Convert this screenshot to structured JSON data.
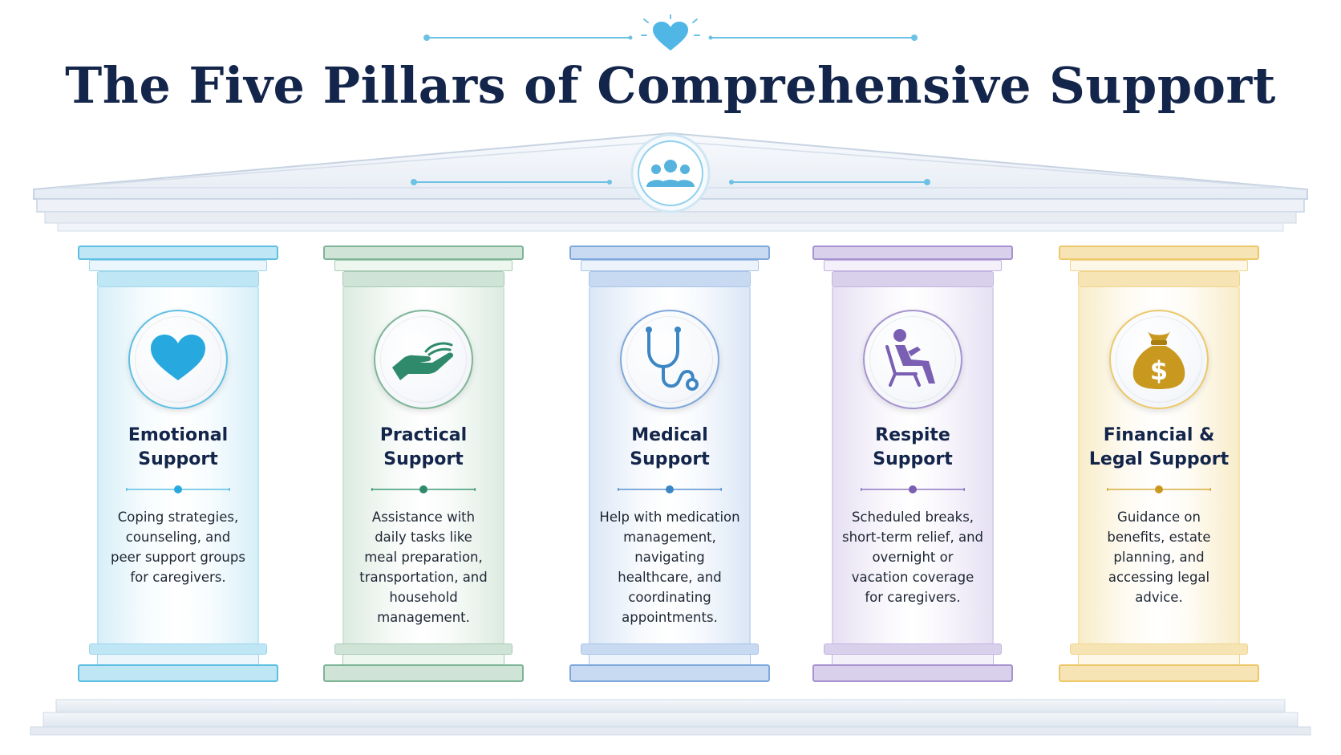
{
  "title": "The Five Pillars of Comprehensive Support",
  "pediment_icon": "people-group-icon",
  "pillars": [
    {
      "id": "emotional",
      "title": "Emotional\nSupport",
      "description": "Coping strategies,\ncounseling, and\npeer support groups\nfor caregivers.",
      "icon": "heart-icon",
      "accent": "#5fbfe3",
      "accent_light": "#bfe6f5",
      "accent_pale": "#eaf6fb",
      "icon_color": "#27a8df"
    },
    {
      "id": "practical",
      "title": "Practical\nSupport",
      "description": "Assistance with\ndaily tasks like\nmeal preparation,\ntransportation, and\nhousehold\nmanagement.",
      "icon": "helping-hand-icon",
      "accent": "#7db596",
      "accent_light": "#cfe3d6",
      "accent_pale": "#eef6f0",
      "icon_color": "#2e8a6a"
    },
    {
      "id": "medical",
      "title": "Medical\nSupport",
      "description": "Help with medication\nmanagement,\nnavigating\nhealthcare, and\ncoordinating\nappointments.",
      "icon": "stethoscope-icon",
      "accent": "#7ea8dc",
      "accent_light": "#c8daf1",
      "accent_pale": "#edf3fb",
      "icon_color": "#3c86c4"
    },
    {
      "id": "respite",
      "title": "Respite\nSupport",
      "description": "Scheduled breaks,\nshort-term relief, and\novernight or\nvacation coverage\nfor caregivers.",
      "icon": "person-reclining-icon",
      "accent": "#a693cf",
      "accent_light": "#d9d0ec",
      "accent_pale": "#f3f0fa",
      "icon_color": "#7a5fb3"
    },
    {
      "id": "financial",
      "title": "Financial &\nLegal Support",
      "description": "Guidance on\nbenefits, estate\nplanning, and\naccessing legal\nadvice.",
      "icon": "money-bag-icon",
      "accent": "#ecc86a",
      "accent_light": "#f6e4b4",
      "accent_pale": "#fdf7e8",
      "icon_color": "#c9981f"
    }
  ],
  "colors": {
    "title": "#13254a",
    "ornament": "#6cc1e4",
    "heart": "#4fb6e6",
    "structure": "#e4eaf2",
    "structure_line": "#c7d3e2"
  }
}
